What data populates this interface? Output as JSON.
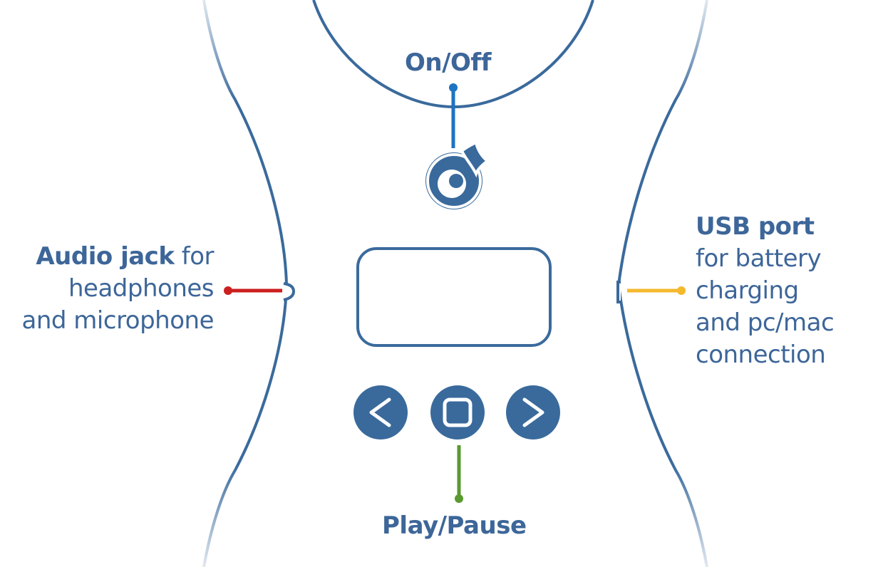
{
  "colors": {
    "device_outline": "#3a6a9c",
    "label_text": "#3d6699",
    "power_leader": "#1e73c2",
    "audio_leader": "#cc1f1f",
    "usb_leader": "#f5b82e",
    "play_leader": "#5a9a30"
  },
  "labels": {
    "on_off": "On/Off",
    "play_pause": "Play/Pause",
    "audio_jack": {
      "title": "Audio jack",
      "line1_rest": " for",
      "line2": "headphones",
      "line3": "and microphone"
    },
    "usb_port": {
      "title": "USB port",
      "line2": "for battery",
      "line3": "charging",
      "line4": "and pc/mac",
      "line5": "connection"
    }
  },
  "icons": {
    "power": "power-button-icon",
    "previous": "chevron-left-icon",
    "stop": "square-stop-icon",
    "next": "chevron-right-icon"
  }
}
